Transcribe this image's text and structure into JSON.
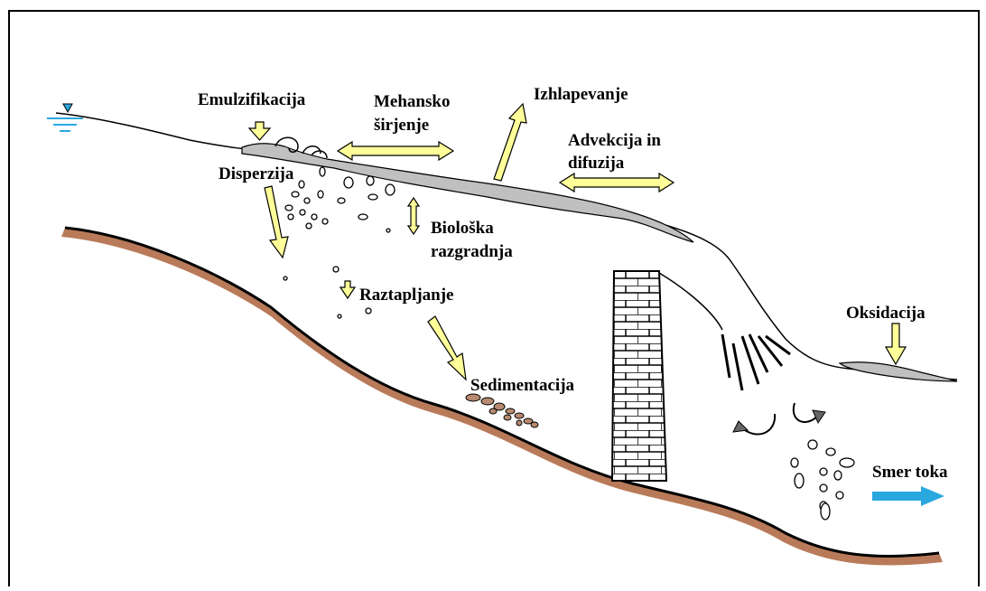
{
  "labels": {
    "emulsification": "Emulzifikacija",
    "mechanical_spreading_1": "Mehansko",
    "mechanical_spreading_2": "širjenje",
    "evaporation": "Izhlapevanje",
    "advection_1": "Advekcija in",
    "advection_2": "difuzija",
    "dispersion": "Disperzija",
    "biodegradation_1": "Biološka",
    "biodegradation_2": "razgradnja",
    "dissolution": "Raztapljanje",
    "sedimentation": "Sedimentacija",
    "oxidation": "Oksidacija",
    "flow_direction": "Smer toka"
  },
  "colors": {
    "arrow_fill": "#ffff99",
    "oil_slick": "#c0c0c0",
    "riverbed": "#b87a59",
    "flow_arrow": "#29a8e0",
    "water_symbol": "#29a8e0",
    "sediment": "#b88a70",
    "wall": "#ffffff"
  },
  "icons": {
    "water_level": "water-level-icon",
    "flow_arrow": "flow-arrow-icon",
    "swirl": "swirl-arrow-icon"
  }
}
